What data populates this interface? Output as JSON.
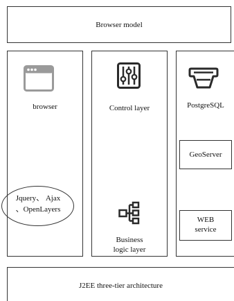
{
  "title_banner": {
    "text": "Browser model"
  },
  "columns": {
    "browser": {
      "label": "browser",
      "tech_oval": {
        "line1": "Jquery、 Ajax",
        "line2": "、OpenLayers"
      }
    },
    "control": {
      "label": "Control layer",
      "business": {
        "line1": "Business",
        "line2": "logic layer"
      }
    },
    "data": {
      "label": "PostgreSQL",
      "geoserver": "GeoServer",
      "web_service": {
        "line1": "WEB",
        "line2": "service"
      }
    }
  },
  "footer_banner": {
    "text": "J2EE three-tier architecture"
  },
  "icons": {
    "browser": "browser-window-icon",
    "control": "sliders-icon",
    "database": "database-tray-icon",
    "business": "hierarchy-icon"
  },
  "colors": {
    "border": "#333333",
    "icon_dark": "#2a2a2a",
    "icon_gray": "#9a9a9a",
    "background": "#ffffff"
  }
}
